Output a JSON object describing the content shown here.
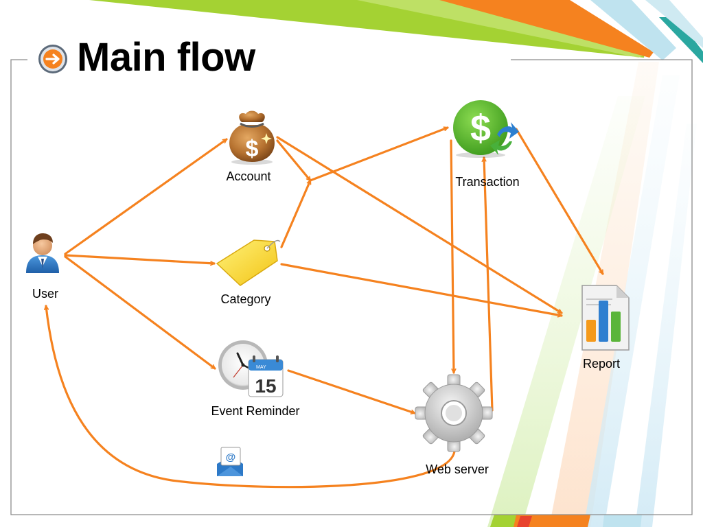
{
  "slide": {
    "title": "Main flow"
  },
  "nodes": {
    "user": "User",
    "account": "Account",
    "category": "Category",
    "event_reminder": "Event Reminder",
    "transaction": "Transaction",
    "web_server": "Web server",
    "report": "Report"
  },
  "calendar": {
    "month": "MAY",
    "day": "15"
  },
  "colors": {
    "arrow": "#f5821f",
    "accent_orange": "#f5821f",
    "accent_green": "#a4d233",
    "accent_teal": "#2aa7a0",
    "frame": "#8c8c8c"
  },
  "icons": [
    "arrow-right-circle-icon",
    "user-icon",
    "money-bag-icon",
    "price-tag-icon",
    "clock-calendar-icon",
    "dollar-exchange-icon",
    "gear-icon",
    "bar-chart-document-icon",
    "email-icon"
  ]
}
